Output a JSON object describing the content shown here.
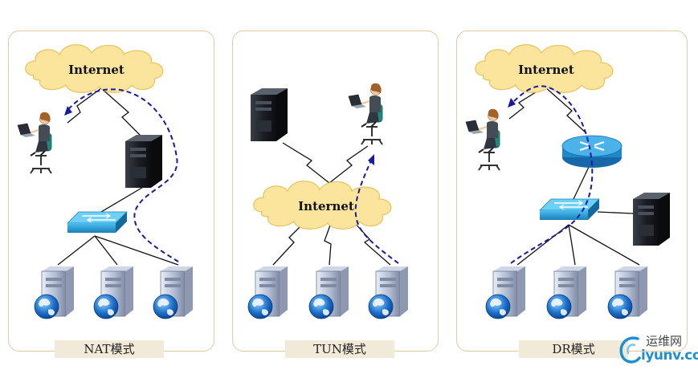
{
  "panels": [
    {
      "caption": "NAT模式",
      "cloud_label": "Internet"
    },
    {
      "caption": "TUN模式",
      "cloud_label": "Internet"
    },
    {
      "caption": "DR模式",
      "cloud_label": "Internet"
    }
  ],
  "watermark": {
    "cn": "运维网",
    "en": "iyunv.com"
  },
  "colors": {
    "cloud": "#fbe59c",
    "switch": "#2a9fd6",
    "router": "#1e88c8",
    "flow": "#1a1aa0",
    "panel_border": "#e0c9a6",
    "caption_bg": "#f2ead9"
  },
  "icons": [
    "cloud-icon",
    "user-at-laptop-icon",
    "server-tower-icon",
    "switch-icon",
    "router-icon",
    "web-server-icon"
  ]
}
